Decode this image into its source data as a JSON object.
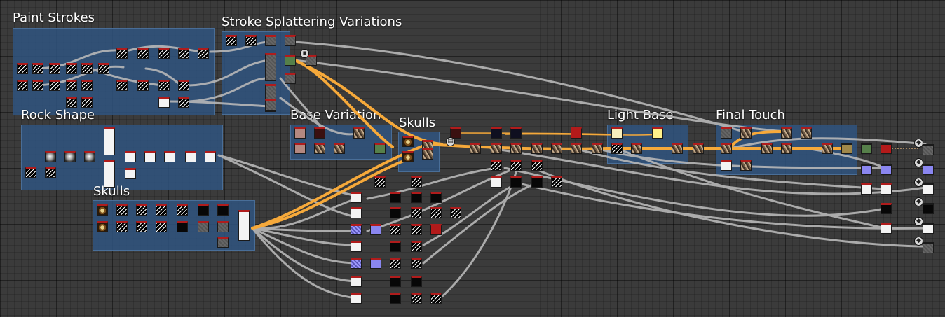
{
  "frames": [
    {
      "id": "paint-strokes",
      "title": "Paint Strokes"
    },
    {
      "id": "stroke-splattering",
      "title": "Stroke Splattering Variations"
    },
    {
      "id": "rock-shape",
      "title": "Rock Shape"
    },
    {
      "id": "base-variation",
      "title": "Base Variation"
    },
    {
      "id": "skulls-top",
      "title": "Skulls"
    },
    {
      "id": "skulls-bottom",
      "title": "Skulls"
    },
    {
      "id": "light-base",
      "title": "Light Base"
    },
    {
      "id": "final-touch",
      "title": "Final Touch"
    }
  ],
  "colors": {
    "background": "#3b3b3b",
    "frame": "#2f5682",
    "wire": "#b8b8b8",
    "wire_active": "#f6a93a",
    "node_header": "#b01c1c"
  },
  "icons": {
    "output_node": "cube-output-icon",
    "comment_node": "comment-icon"
  }
}
